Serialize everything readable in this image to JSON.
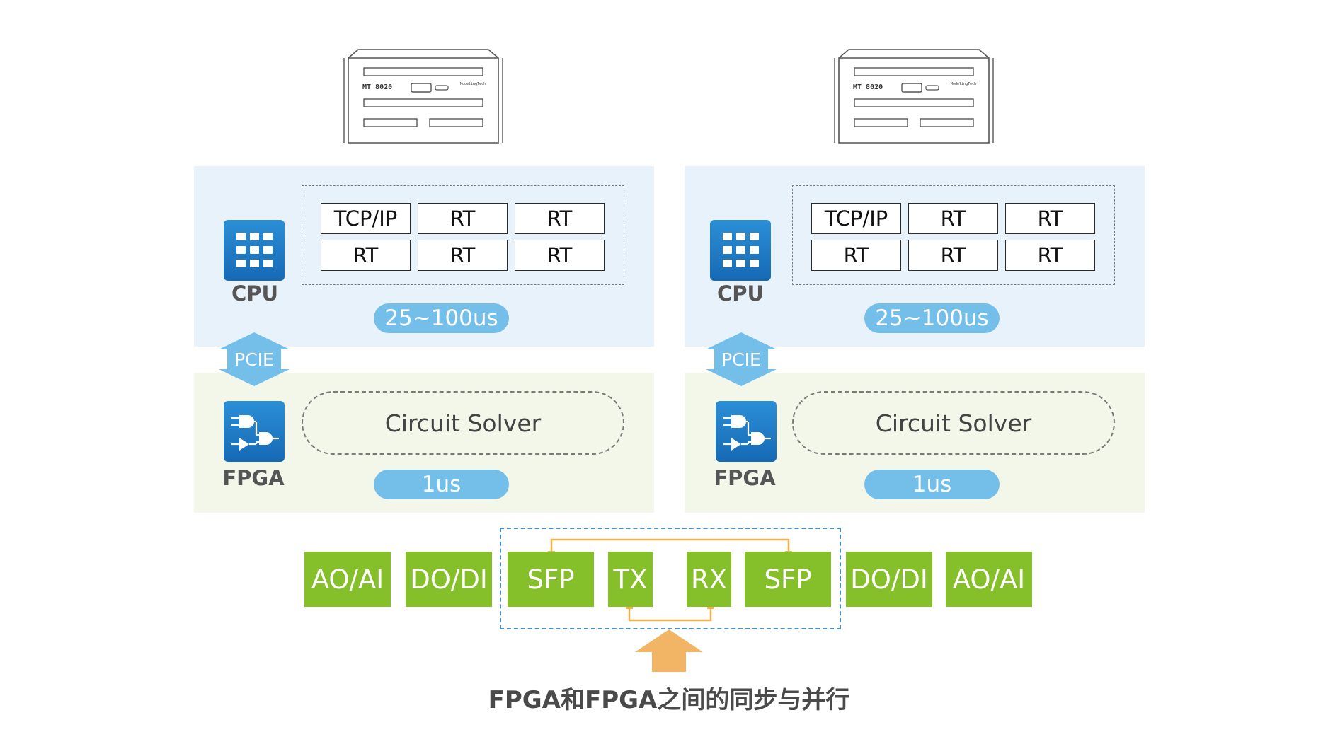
{
  "systems": [
    {
      "chassis_model": "MT 8020",
      "chassis_brand": "ModelingTech",
      "cpu_label": "CPU",
      "rt_cells": [
        "TCP/IP",
        "RT",
        "RT",
        "RT",
        "RT",
        "RT"
      ],
      "cpu_latency": "25~100us",
      "pcie_label": "PCIE",
      "fpga_label": "FPGA",
      "solver_label": "Circuit Solver",
      "fpga_latency": "1us"
    },
    {
      "chassis_model": "MT 8020",
      "chassis_brand": "ModelingTech",
      "cpu_label": "CPU",
      "rt_cells": [
        "TCP/IP",
        "RT",
        "RT",
        "RT",
        "RT",
        "RT"
      ],
      "cpu_latency": "25~100us",
      "pcie_label": "PCIE",
      "fpga_label": "FPGA",
      "solver_label": "Circuit Solver",
      "fpga_latency": "1us"
    }
  ],
  "io_blocks": [
    "AO/AI",
    "DO/DI",
    "SFP",
    "TX",
    "RX",
    "SFP",
    "DO/DI",
    "AO/AI"
  ],
  "caption": "FPGA和FPGA之间的同步与并行",
  "colors": {
    "cpu_panel": "#e8f2fa",
    "fpga_panel": "#f3f7ea",
    "pill": "#74bfea",
    "io_green": "#85bf2a",
    "link_orange": "#f0b24c",
    "sync_box_border": "#4a8fc0",
    "arrow": "#f2b565"
  },
  "icons": [
    "server-chassis-icon",
    "cpu-grid-icon",
    "logic-gate-icon",
    "pcie-double-arrow-icon",
    "up-arrow-icon"
  ]
}
